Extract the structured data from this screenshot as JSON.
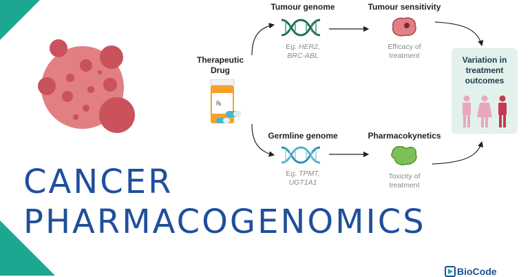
{
  "title": {
    "line1": "CANCER",
    "line2": "PHARMACOGENOMICS"
  },
  "diagram": {
    "drug_label": "Therapeutic Drug",
    "tumour_genome": {
      "title": "Tumour genome",
      "example_prefix": "Eg. ",
      "examples": "HER2,",
      "examples2": "BRC-ABL"
    },
    "tumour_sensitivity": {
      "title": "Tumour sensitivity",
      "desc1": "Efficacy of",
      "desc2": "treatment"
    },
    "germline_genome": {
      "title": "Germline genome",
      "example_prefix": "Eg. ",
      "examples": "TPMT,",
      "examples2": "UGT1A1"
    },
    "pharmacokinetics": {
      "title": "Pharmacokynetics",
      "desc1": "Toxicity of",
      "desc2": "treatment"
    },
    "outcome": {
      "title": "Variation in treatment outcomes"
    }
  },
  "brand": {
    "name": "BioCode"
  },
  "colors": {
    "title_blue": "#1f4f9c",
    "teal": "#1aa890",
    "cell_red": "#c9525d",
    "cell_pink": "#e17f83",
    "dna_dark": "#1f6b5c",
    "dna_light": "#4fb3cc",
    "outcome_box": "#e2f1eb"
  }
}
